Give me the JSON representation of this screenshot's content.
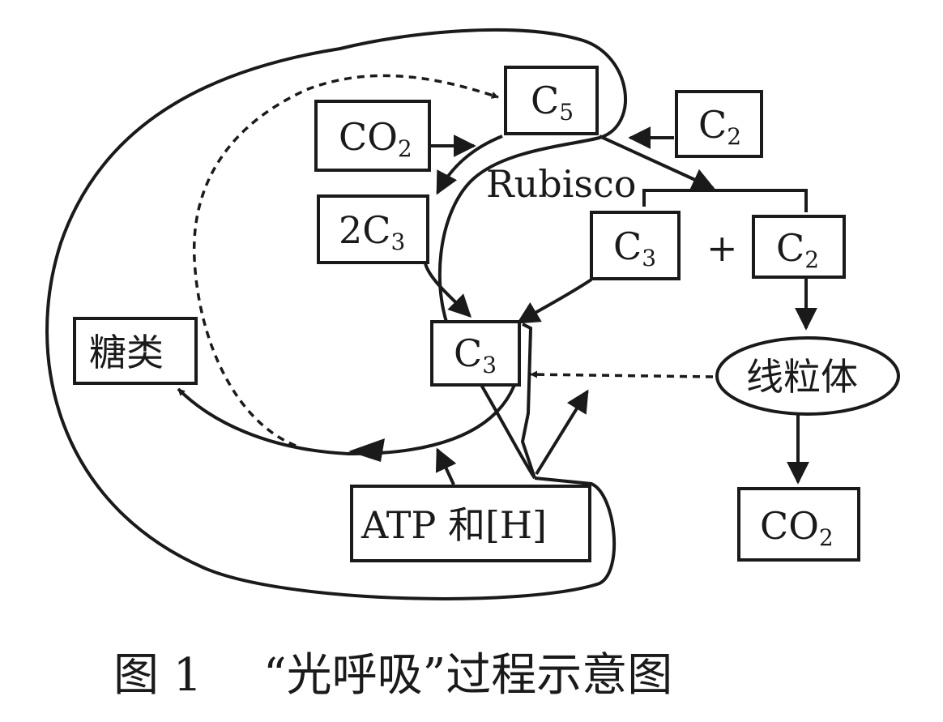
{
  "diagram": {
    "nodes": {
      "c5": {
        "main": "C",
        "sub": "5"
      },
      "co2_in": {
        "main": "CO",
        "sub": "2"
      },
      "c2_top": {
        "main": "C",
        "sub": "2"
      },
      "c3_2": {
        "main": "2C",
        "sub": "3"
      },
      "c3_right": {
        "main": "C",
        "sub": "3"
      },
      "c2_right": {
        "main": "C",
        "sub": "2"
      },
      "c3_mid": {
        "main": "C",
        "sub": "3"
      },
      "sugar": {
        "main": "糖类"
      },
      "mito": {
        "main": "线粒体"
      },
      "atp": {
        "main": "ATP 和[H]"
      },
      "co2_out": {
        "main": "CO",
        "sub": "2"
      }
    },
    "labels": {
      "enzyme": "Rubisco",
      "plus": "+"
    }
  },
  "caption": {
    "figure": "图 1",
    "title": "“光呼吸”过程示意图"
  }
}
